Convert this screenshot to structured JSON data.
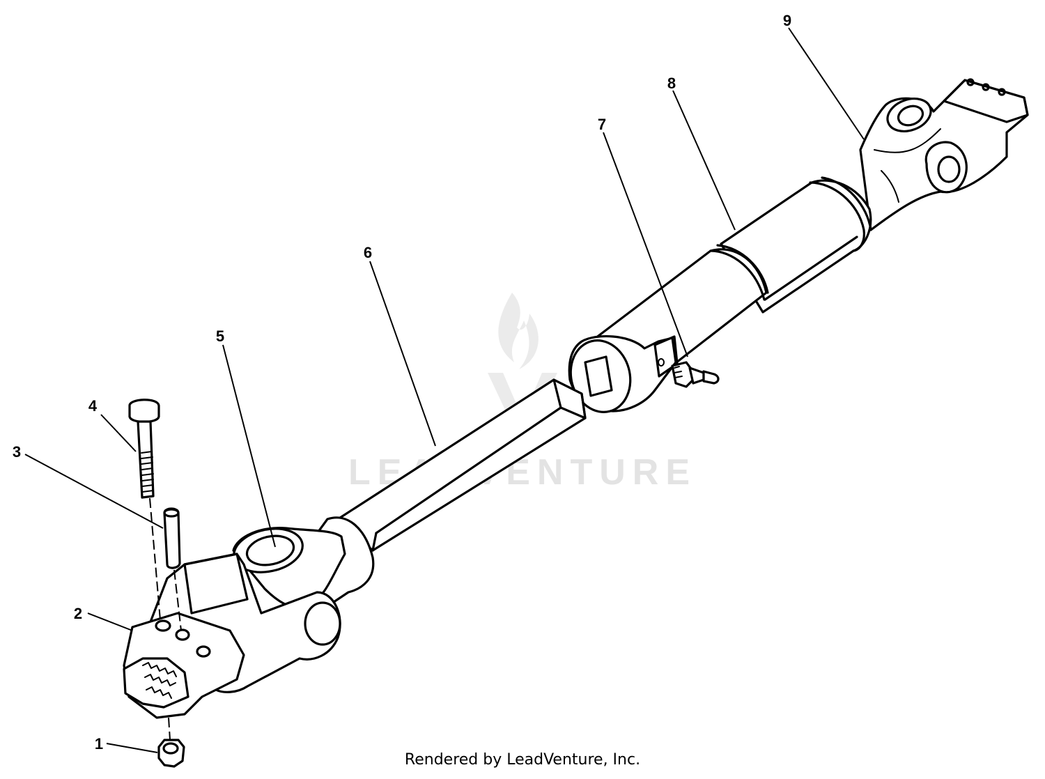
{
  "watermark": {
    "text": "LEADVENTURE",
    "icon": "flame-logo-icon",
    "color": "#e3e3e3"
  },
  "credit": "Rendered by LeadVenture, Inc.",
  "callouts": [
    {
      "label": "1"
    },
    {
      "label": "2"
    },
    {
      "label": "3"
    },
    {
      "label": "4"
    },
    {
      "label": "5"
    },
    {
      "label": "6"
    },
    {
      "label": "7"
    },
    {
      "label": "8"
    },
    {
      "label": "9"
    }
  ]
}
